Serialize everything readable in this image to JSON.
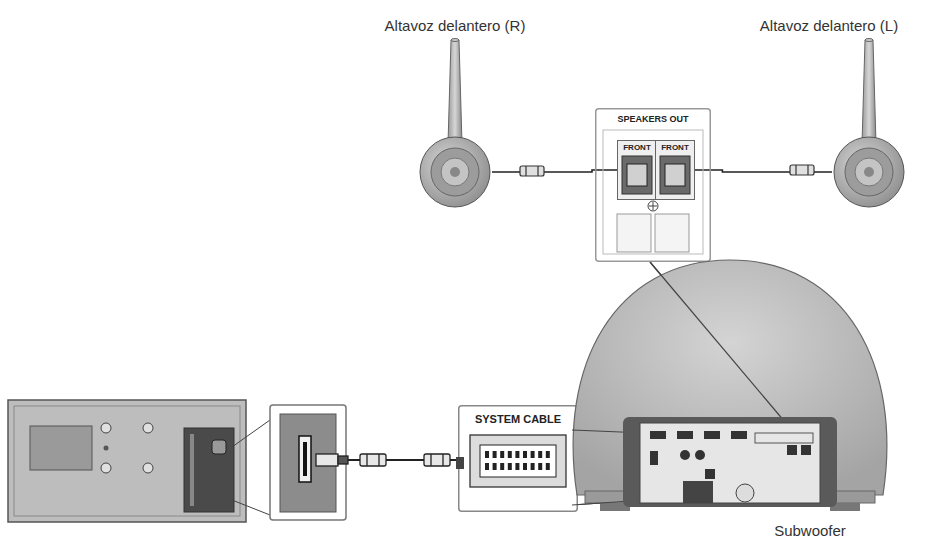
{
  "diagram": {
    "nodes": [
      {
        "text": [
          "Altavoz delantero (R)"
        ]
      },
      {
        "text": [
          "Altavoz delantero (L)"
        ]
      },
      {
        "text": [
          "SPEAKERS OUT"
        ]
      },
      {
        "text": [
          "FRONT"
        ],
        "in": 2
      },
      {
        "text": [
          "FRONT"
        ],
        "in": 2
      },
      {
        "text": [
          "SYSTEM CABLE"
        ]
      },
      {
        "text": [
          "Subwoofer"
        ]
      }
    ],
    "edges": [
      {
        "from": 0,
        "to": 3,
        "arrow": "none"
      },
      {
        "from": 1,
        "to": 4,
        "arrow": "none"
      }
    ]
  }
}
